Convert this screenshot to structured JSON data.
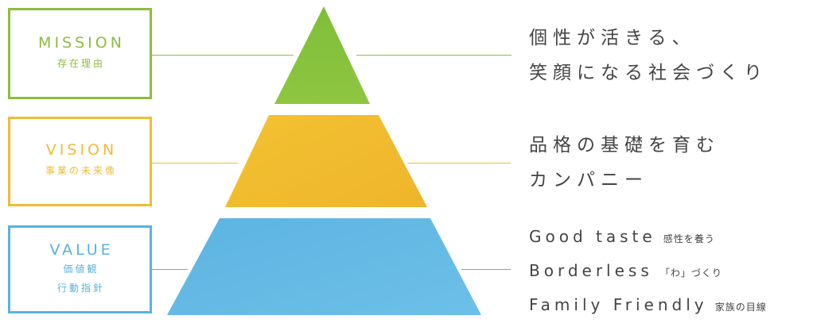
{
  "colors": {
    "mission": "#8cbd3f",
    "vision": "#efbc34",
    "value": "#58b2df",
    "text": "#444444"
  },
  "mission": {
    "title": "MISSION",
    "subtitle": "存在理由",
    "statement": [
      "個性が活きる、",
      "笑顔になる社会づくり"
    ]
  },
  "vision": {
    "title": "VISION",
    "subtitle": "事業の未来像",
    "statement": [
      "品格の基礎を育む",
      "カンパニー"
    ]
  },
  "value": {
    "title": "VALUE",
    "subtitle": [
      "価値観",
      "行動指針"
    ],
    "items": [
      {
        "en": "Good taste",
        "ja": "感性を養う"
      },
      {
        "en": "Borderless",
        "ja": "「わ」づくり"
      },
      {
        "en": "Family Friendly",
        "ja": "家族の目線"
      }
    ]
  }
}
